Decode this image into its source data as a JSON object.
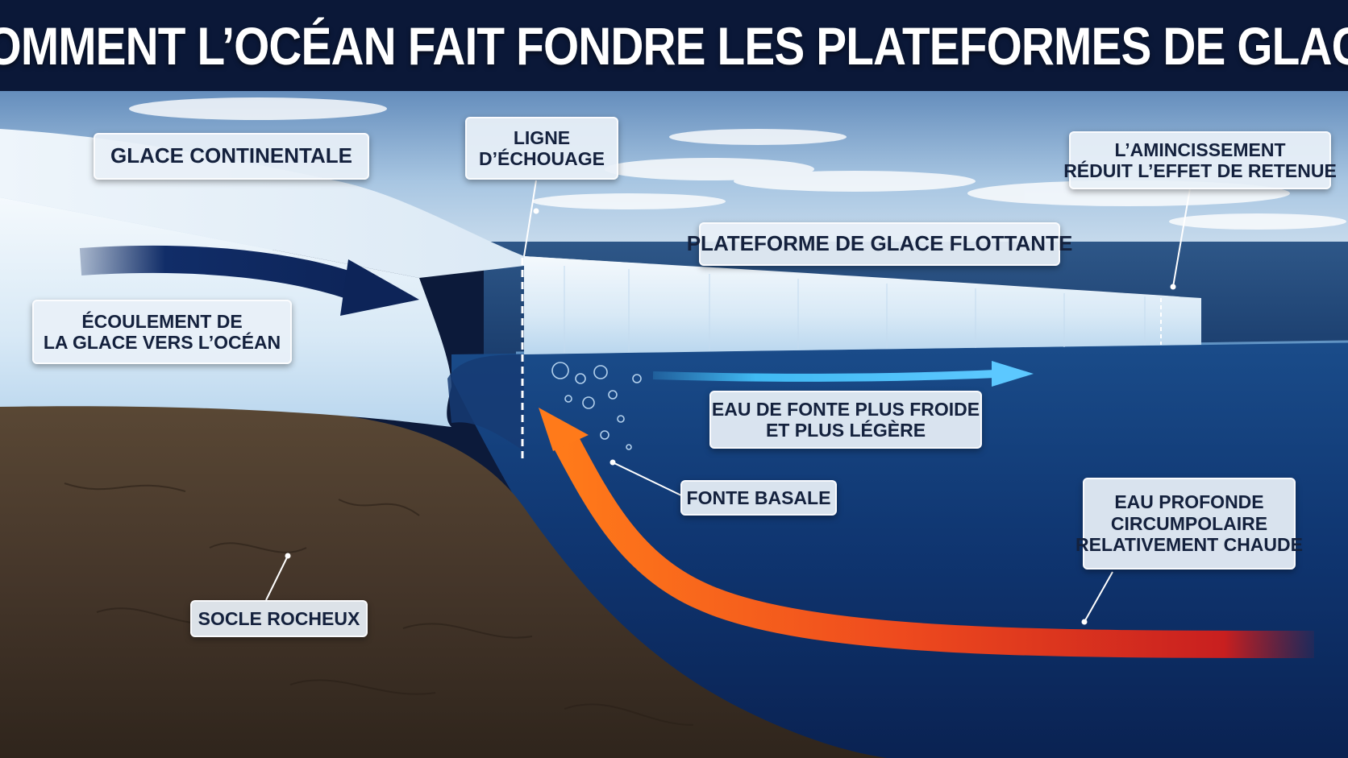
{
  "title": "COMMENT L’OCÉAN FAIT FONDRE LES PLATEFORMES DE GLACE",
  "labels": {
    "continental_ice": "GLACE CONTINENTALE",
    "grounding_line": [
      "LIGNE",
      "D’ÉCHOUAGE"
    ],
    "thinning": [
      "L’AMINCISSEMENT",
      "RÉDUIT L’EFFET DE RETENUE"
    ],
    "floating_shelf": "PLATEFORME DE GLACE FLOTTANTE",
    "ice_flow": [
      "ÉCOULEMENT DE",
      "LA GLACE VERS L’OCÉAN"
    ],
    "meltwater": [
      "EAU DE FONTE PLUS FROIDE",
      "ET PLUS LÉGÈRE"
    ],
    "basal_melt": "FONTE BASALE",
    "deep_water": [
      "EAU PROFONDE",
      "CIRCUMPOLAIRE",
      "RELATIVEMENT CHAUDE"
    ],
    "bedrock": "SOCLE ROCHEUX"
  },
  "colors": {
    "header": "#0b1838",
    "ocean_deep": "#0d2d63",
    "ice": "#e8f3fb",
    "bedrock": "#4a3a2b",
    "warm_arrow": "#f0531f",
    "cold_arrow": "#3fb8f0",
    "flow_arrow": "#0f2a63"
  }
}
